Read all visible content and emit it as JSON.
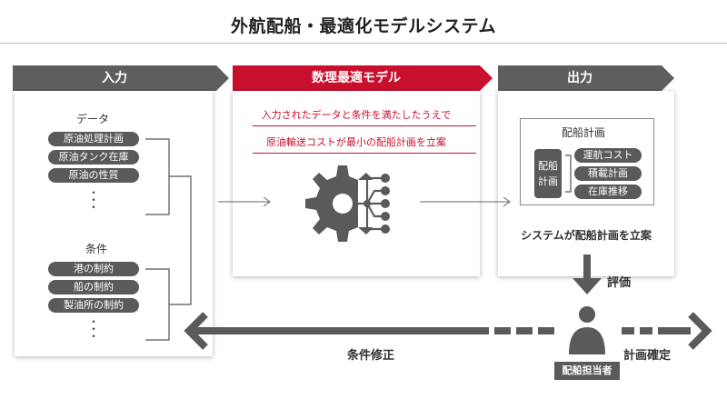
{
  "title": "外航配船・最適化モデルシステム",
  "input": {
    "header": "入力",
    "data_label": "データ",
    "data_items": [
      "原油処理計画",
      "原油タンク在庫",
      "原油の性質"
    ],
    "ellipsis": "・・・",
    "conditions_label": "条件",
    "condition_items": [
      "港の制約",
      "船の制約",
      "製油所の制約"
    ]
  },
  "model": {
    "header": "数理最適モデル",
    "line1": "入力されたデータと条件を満たしたうえで",
    "line2": "原油輸送コストが最小の配船計画を立案",
    "icon": "gear-network-icon"
  },
  "output": {
    "header": "出力",
    "plan_title": "配船計画",
    "plan_label": "配船\n計画",
    "plan_items": [
      "運航コスト",
      "積載計画",
      "在庫推移"
    ],
    "caption": "システムが配船計画を立案"
  },
  "feedback": {
    "evaluate": "評価",
    "revise": "条件修正",
    "confirm": "計画確定",
    "person": "配船担当者",
    "person_icon": "person-icon"
  },
  "colors": {
    "header_gray": "#5e5e5e",
    "header_red": "#c8102e",
    "arrow_gray": "#5a5a5a",
    "pill_gray": "#5a5a5a"
  }
}
